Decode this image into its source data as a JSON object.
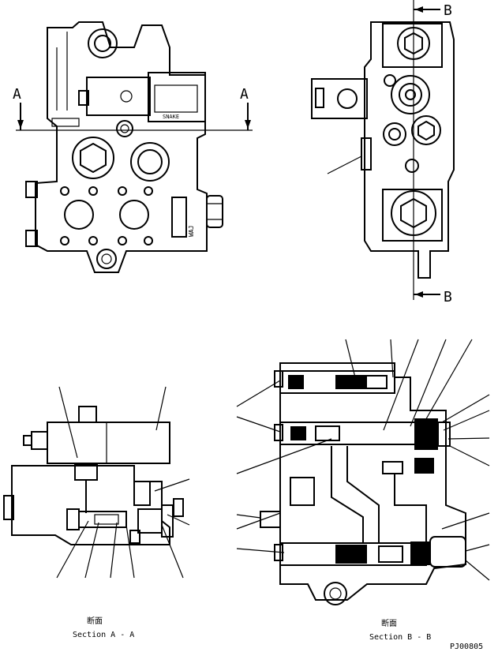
{
  "section_marks": {
    "a_left": "A",
    "a_right": "A",
    "b_top": "B",
    "b_bottom": "B"
  },
  "plate_labels": {
    "plate_1": "SNAKE",
    "plate_2": "WAJ"
  },
  "captions": {
    "section_aa_jp": "断面",
    "section_aa_en": "Section A - A",
    "section_bb_jp": "断面",
    "section_bb_en": "Section B - B"
  },
  "drawing_code": "PJ00805"
}
